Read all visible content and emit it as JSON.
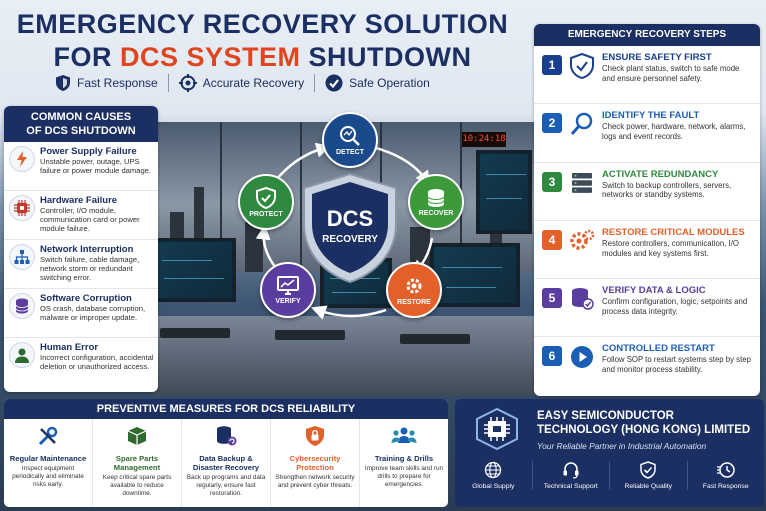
{
  "title": {
    "line1": "EMERGENCY RECOVERY SOLUTION",
    "line2_prefix": "FOR ",
    "line2_accent": "DCS SYSTEM",
    "line2_suffix": " SHUTDOWN"
  },
  "features": [
    {
      "label": "Fast Response",
      "icon": "shield-icon"
    },
    {
      "label": "Accurate Recovery",
      "icon": "target-icon"
    },
    {
      "label": "Safe Operation",
      "icon": "check-shield-icon"
    }
  ],
  "clock": "10:24:18",
  "causes": {
    "heading_line1": "COMMON CAUSES",
    "heading_line2": "OF DCS SHUTDOWN",
    "items": [
      {
        "title": "Power Supply Failure",
        "desc": "Unstable power, outage, UPS failure or power module damage.",
        "icon": "lightning-icon"
      },
      {
        "title": "Hardware Failure",
        "desc": "Controller, I/O module, communication card or power module failure.",
        "icon": "chip-icon"
      },
      {
        "title": "Network Interruption",
        "desc": "Switch failure, cable damage, network storm or redundant switching error.",
        "icon": "network-icon"
      },
      {
        "title": "Software Corruption",
        "desc": "OS crash, database corruption, malware or improper update.",
        "icon": "database-icon"
      },
      {
        "title": "Human Error",
        "desc": "Incorrect configuration, accidental deletion or unauthorized access.",
        "icon": "user-icon"
      }
    ]
  },
  "diagram": {
    "center_line1": "DCS",
    "center_line2": "RECOVERY",
    "nodes": [
      {
        "label": "DETECT",
        "color": "#1b4a8c"
      },
      {
        "label": "PROTECT",
        "color": "#2f8a3f"
      },
      {
        "label": "RECOVER",
        "color": "#3d9a3a"
      },
      {
        "label": "VERIFY",
        "color": "#5a3d9e"
      },
      {
        "label": "RESTORE",
        "color": "#e4602a"
      }
    ]
  },
  "steps": {
    "heading": "EMERGENCY RECOVERY STEPS",
    "items": [
      {
        "num": "1",
        "title": "ENSURE SAFETY FIRST",
        "desc": "Check plant status, switch to safe mode and ensure personnel safety.",
        "color": "#1b3f8f",
        "icon": "shield-icon"
      },
      {
        "num": "2",
        "title": "IDENTIFY THE FAULT",
        "desc": "Check power, hardware, network, alarms, logs and event records.",
        "color": "#1b5fb5",
        "icon": "magnifier-icon"
      },
      {
        "num": "3",
        "title": "ACTIVATE REDUNDANCY",
        "desc": "Switch to backup controllers, servers, networks or standby systems.",
        "color": "#2f8a3f",
        "icon": "server-icon"
      },
      {
        "num": "4",
        "title": "RESTORE CRITICAL MODULES",
        "desc": "Restore controllers, communication, I/O modules and key systems first.",
        "color": "#e4602a",
        "icon": "gears-icon"
      },
      {
        "num": "5",
        "title": "VERIFY DATA & LOGIC",
        "desc": "Confirm configuration, logic, setpoints and process data integrity.",
        "color": "#5a3d9e",
        "icon": "database-check-icon"
      },
      {
        "num": "6",
        "title": "CONTROLLED RESTART",
        "desc": "Follow SOP to restart systems step by step and monitor process stability.",
        "color": "#1b5fb5",
        "icon": "play-icon"
      }
    ]
  },
  "preventive": {
    "heading": "PREVENTIVE MEASURES FOR DCS RELIABILITY",
    "items": [
      {
        "title": "Regular Maintenance",
        "desc": "Inspect equipment periodically and eliminate risks early.",
        "color": "#1b2f63",
        "icon": "tools-icon"
      },
      {
        "title": "Spare Parts Management",
        "desc": "Keep critical spare parts available to reduce downtime.",
        "color": "#2f6b2f",
        "icon": "box-icon"
      },
      {
        "title": "Data Backup & Disaster Recovery",
        "desc": "Back up programs and data regularly, ensure fast restoration.",
        "color": "#1b2f63",
        "icon": "database-icon"
      },
      {
        "title": "Cybersecurity Protection",
        "desc": "Strengthen network security and prevent cyber threats.",
        "color": "#e4602a",
        "icon": "lock-icon"
      },
      {
        "title": "Training & Drills",
        "desc": "Improve team skills and run drills to prepare for emergencies.",
        "color": "#1b2f63",
        "icon": "team-icon"
      }
    ]
  },
  "company": {
    "name_line1": "EASY SEMICONDUCTOR",
    "name_line2": "TECHNOLOGY (HONG KONG) LIMITED",
    "tagline": "Your Reliable Partner in Industrial Automation",
    "features": [
      {
        "label": "Global Supply",
        "icon": "globe-icon"
      },
      {
        "label": "Technical Support",
        "icon": "headset-icon"
      },
      {
        "label": "Reliable Quality",
        "icon": "check-shield-icon"
      },
      {
        "label": "Fast Response",
        "icon": "fast-icon"
      }
    ]
  }
}
